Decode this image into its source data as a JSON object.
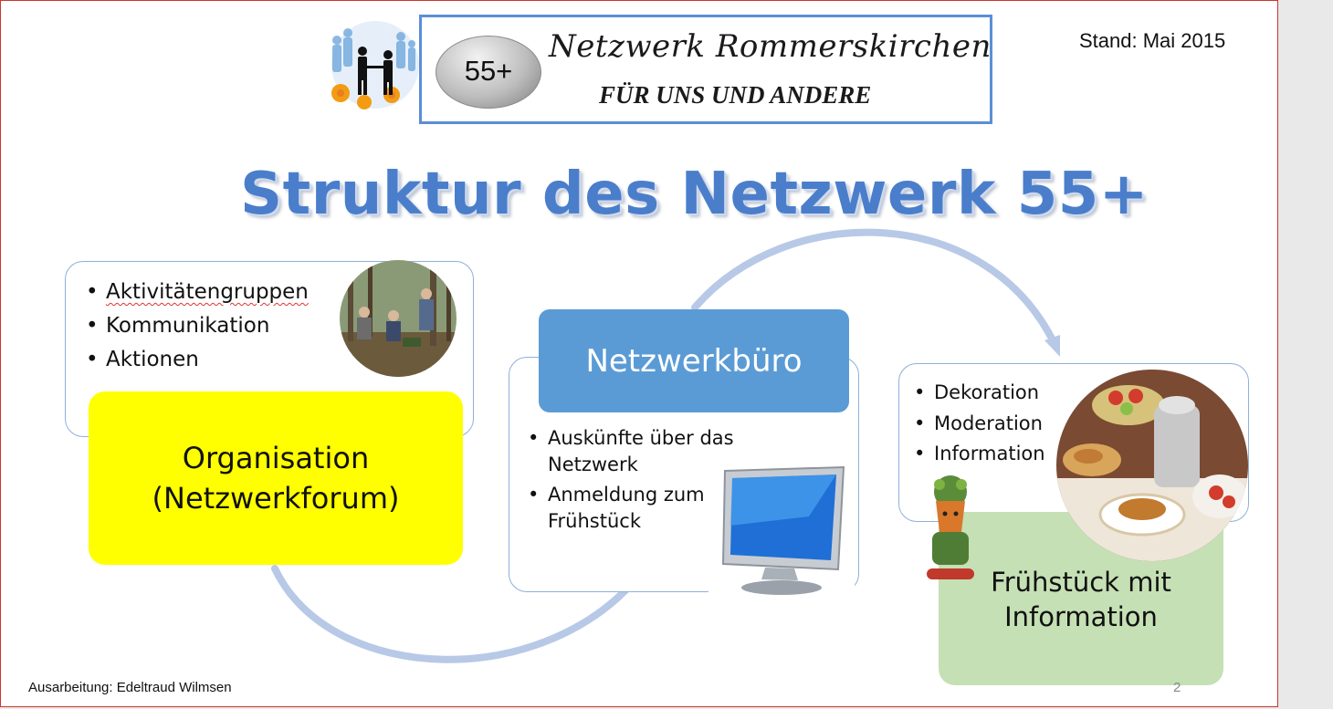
{
  "header": {
    "logo_badge": "55+",
    "logo_line1": "Netzwerk Rommerskirchen",
    "logo_line2": "FÜR UNS UND ANDERE",
    "stand": "Stand: Mai 2015"
  },
  "title": "Struktur des Netzwerk 55+",
  "organisation": {
    "bullets": [
      "Aktivitätengruppen",
      "Kommunikation",
      "Aktionen"
    ],
    "label_line1": "Organisation",
    "label_line2": "(Netzwerkforum)",
    "color": "#ffff00"
  },
  "netzwerkbuero": {
    "label": "Netzwerkbüro",
    "bullets_line1": [
      "Auskünfte über das",
      "Anmeldung zum"
    ],
    "bullets_line2": [
      "Netzwerk",
      "Frühstück"
    ],
    "color": "#5b9bd5"
  },
  "fruehstueck": {
    "bullets": [
      "Dekoration",
      "Moderation",
      "Information"
    ],
    "label_line1": "Frühstück mit",
    "label_line2": "Information",
    "color": "#c5e0b4"
  },
  "footer": {
    "author": "Ausarbeitung: Edeltraud Wilmsen",
    "page_number": "2"
  },
  "icons": [
    "business-people-gears-icon",
    "forest-workers-photo",
    "computer-monitor-icon",
    "breakfast-table-photo",
    "flowerpot-figure-icon",
    "cycle-arrow-icon"
  ]
}
